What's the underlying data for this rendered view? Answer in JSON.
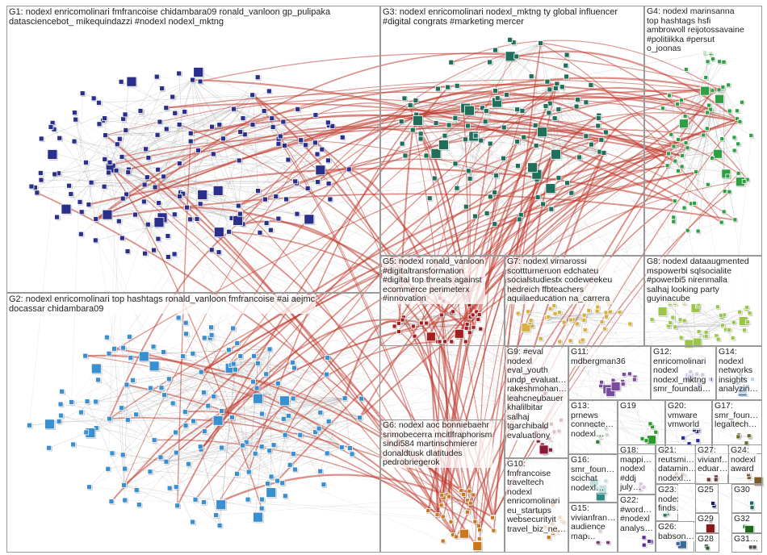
{
  "diagram": {
    "type": "nodexl-network-graph",
    "groups": [
      {
        "id": "G1",
        "label": "G1: nodexl enricomolinari fmfrancoise chidambara09 ronald_vanloon gp_pulipaka\ndatasciencebot_ mikequindazzi #nodexl nodexl_mktng",
        "color": "#2b2f8c"
      },
      {
        "id": "G2",
        "label": "G2: nodexl enricomolinari top hashtags ronald_vanloon fmfrancoise #ai aejmc\ndocassar chidambara09",
        "color": "#3a8fd0"
      },
      {
        "id": "G3",
        "label": "G3: nodexl enricomolinari nodexl_mktng ty global influencer\n#digital congrats #marketing mercer",
        "color": "#1f6f5a"
      },
      {
        "id": "G4",
        "label": "G4: nodexl marinsanna\ntop hashtags hsfi\nambrowoll reijotossavaine\n#politiikka #persut\no_joonas",
        "color": "#2ea043"
      },
      {
        "id": "G5",
        "label": "G5: nodexl ronald_vanloon\n#digitaltransformation\n#digital top threats against\necommerce perimeterx\n#innovation",
        "color": "#a31f1f"
      },
      {
        "id": "G6",
        "label": "G6: nodexl aoc bonniebaehr\nsnmobecerra mcitlfraphorism\nsindi584 martinschmierer\ndonaldtusk dlatitudes\npedrobriegerok",
        "color": "#c9781e"
      },
      {
        "id": "G7",
        "label": "G7: nodexl virnarossi\nscottturneruon edchateu\nsocialstudiestx codeweekeu\nhedreich ffbteachers\naquilaeducation na_carrera",
        "color": "#d8b040"
      },
      {
        "id": "G8",
        "label": "G8: nodexl dataaugmented\nmspowerbi sqlsocialite\n#powerbi5 nirenmalla\nsalhaj looking party\nguyinacube",
        "color": "#9cc64a"
      },
      {
        "id": "G9",
        "label": "G9: #eval\nnodexl\neval_youth\nundp_evaluat…\nrakeshmohan…\nleahcneubauer\nkhalilbitar\nsalhaj\ntgarchibald\nevaluationy",
        "color": "#8b1a3a"
      },
      {
        "id": "G10",
        "label": "G10:\nfmfrancoise\ntraveltech\nnodexl\nenricomolinari\neu_startups\nwebsecurityit\ntravel_biz_ne…",
        "color": "#c77b20"
      },
      {
        "id": "G11",
        "label": "G11:\nmdbergman36",
        "color": "#7a4aa0"
      },
      {
        "id": "G12",
        "label": "G12:\nenricomolinari\nnodexl\nnodexl_mktng\nsmr_foundati…",
        "color": "#4a4aa0"
      },
      {
        "id": "G13",
        "label": "G13:\nprnews\nconnecte…\nnodexl…",
        "color": "#3b7a3b"
      },
      {
        "id": "G14",
        "label": "G14:\nnodexl\nnetworks\ninsights\nanalyzin…",
        "color": "#2a6aa0"
      },
      {
        "id": "G15",
        "label": "G15:\nvivianfran…\naudience\nmap…",
        "color": "#7a3a7a"
      },
      {
        "id": "G16",
        "label": "G16:\nsmr_foun…\nscichat\nnodexl…",
        "color": "#2a8a8a"
      },
      {
        "id": "G17",
        "label": "G17:\nsmr_foun…\nlegaltech…",
        "color": "#6a6a2a"
      },
      {
        "id": "G18",
        "label": "G18:\nmappi…\nnodexl\n#ddj\njuly…",
        "color": "#8a2a8a"
      },
      {
        "id": "G19",
        "label": "G19",
        "color": "#2a9a2a"
      },
      {
        "id": "G20",
        "label": "G20:\nvmware\nvmworld",
        "color": "#2a2a9a"
      },
      {
        "id": "G21",
        "label": "G21:\nreutsmi…\ndatamin…\nnodexl…",
        "color": "#9a5a2a"
      },
      {
        "id": "G22",
        "label": "G22:\n#word…\n#nodexl\nanalys…",
        "color": "#5a2a9a"
      },
      {
        "id": "G23",
        "label": "G23:\nnodexl\nfinds…",
        "color": "#2a7a5a"
      },
      {
        "id": "G24",
        "label": "G24:\nnodexl\naward",
        "color": "#7a5a2a"
      },
      {
        "id": "G25",
        "label": "G25",
        "color": "#1a1a6a"
      },
      {
        "id": "G26",
        "label": "G26:\nbabson…",
        "color": "#3a6a9a"
      },
      {
        "id": "G27",
        "label": "G27:\nvivianf…\neduar…",
        "color": "#6a3a3a"
      },
      {
        "id": "G28",
        "label": "G28",
        "color": "#2a5a2a"
      },
      {
        "id": "G29",
        "label": "G29",
        "color": "#8a1a1a"
      },
      {
        "id": "G30",
        "label": "G30",
        "color": "#1a6a6a"
      },
      {
        "id": "G31",
        "label": "G31…",
        "color": "#4a4a4a"
      },
      {
        "id": "G32",
        "label": "G32",
        "color": "#1a6a1a"
      }
    ],
    "edge_colors": {
      "inter_group": "#c0392b",
      "intra_group": "#9a9a9a"
    }
  }
}
